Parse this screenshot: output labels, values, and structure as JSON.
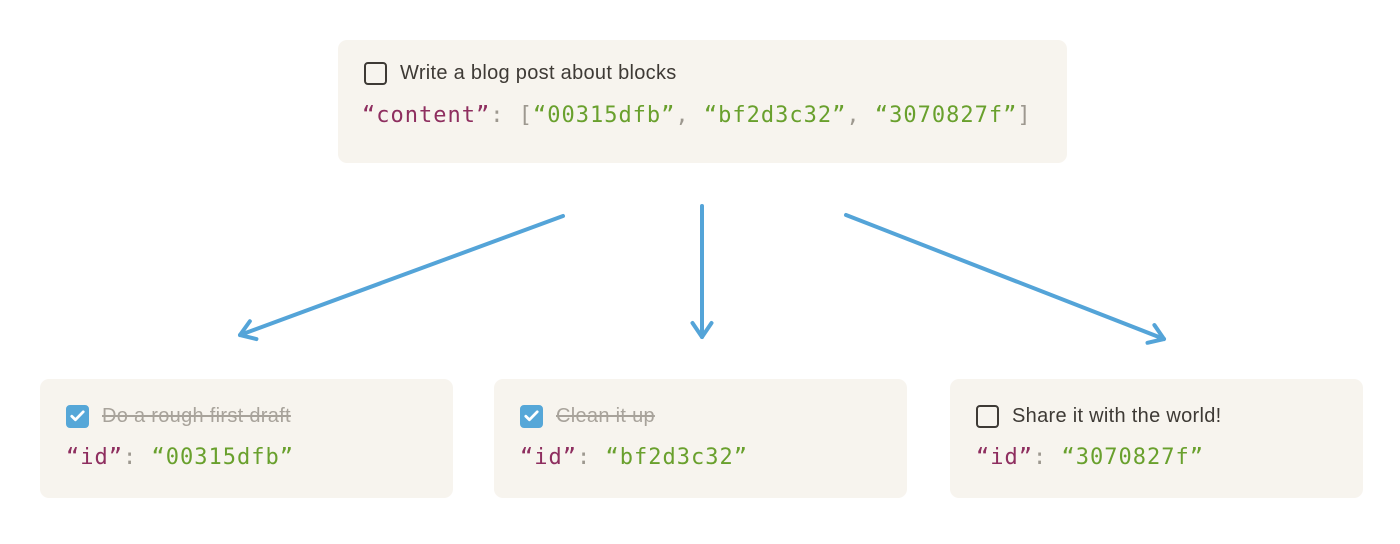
{
  "palette": {
    "page_bg": "#ffffff",
    "box_bg": "#f7f4ee",
    "text_dark": "#3e3a35",
    "text_muted": "#a8a39b",
    "code_key": "#8e2e5f",
    "code_punct": "#9d988f",
    "code_string": "#69a02d",
    "arrow_blue": "#54a4d8",
    "checkbox_checked_bg": "#56a7d8"
  },
  "parent_block": {
    "todo": {
      "label": "Write a blog post about blocks",
      "checked": false
    },
    "code_tokens": [
      {
        "type": "key",
        "text": "“content”"
      },
      {
        "type": "punct",
        "text": ": "
      },
      {
        "type": "punct",
        "text": "["
      },
      {
        "type": "string",
        "text": "“00315dfb”"
      },
      {
        "type": "punct",
        "text": ", "
      },
      {
        "type": "string",
        "text": "“bf2d3c32”"
      },
      {
        "type": "punct",
        "text": ", "
      },
      {
        "type": "string",
        "text": "“3070827f”"
      },
      {
        "type": "punct",
        "text": "]"
      }
    ]
  },
  "child_blocks": [
    {
      "todo": {
        "label": "Do a rough first draft",
        "checked": true
      },
      "code_tokens": [
        {
          "type": "key",
          "text": "“id”"
        },
        {
          "type": "punct",
          "text": ": "
        },
        {
          "type": "string",
          "text": "“00315dfb”"
        }
      ]
    },
    {
      "todo": {
        "label": "Clean it up",
        "checked": true
      },
      "code_tokens": [
        {
          "type": "key",
          "text": "“id”"
        },
        {
          "type": "punct",
          "text": ": "
        },
        {
          "type": "string",
          "text": "“bf2d3c32”"
        }
      ]
    },
    {
      "todo": {
        "label": "Share it with the world!",
        "checked": false
      },
      "code_tokens": [
        {
          "type": "key",
          "text": "“id”"
        },
        {
          "type": "punct",
          "text": ": "
        },
        {
          "type": "string",
          "text": "“3070827f”"
        }
      ]
    }
  ]
}
